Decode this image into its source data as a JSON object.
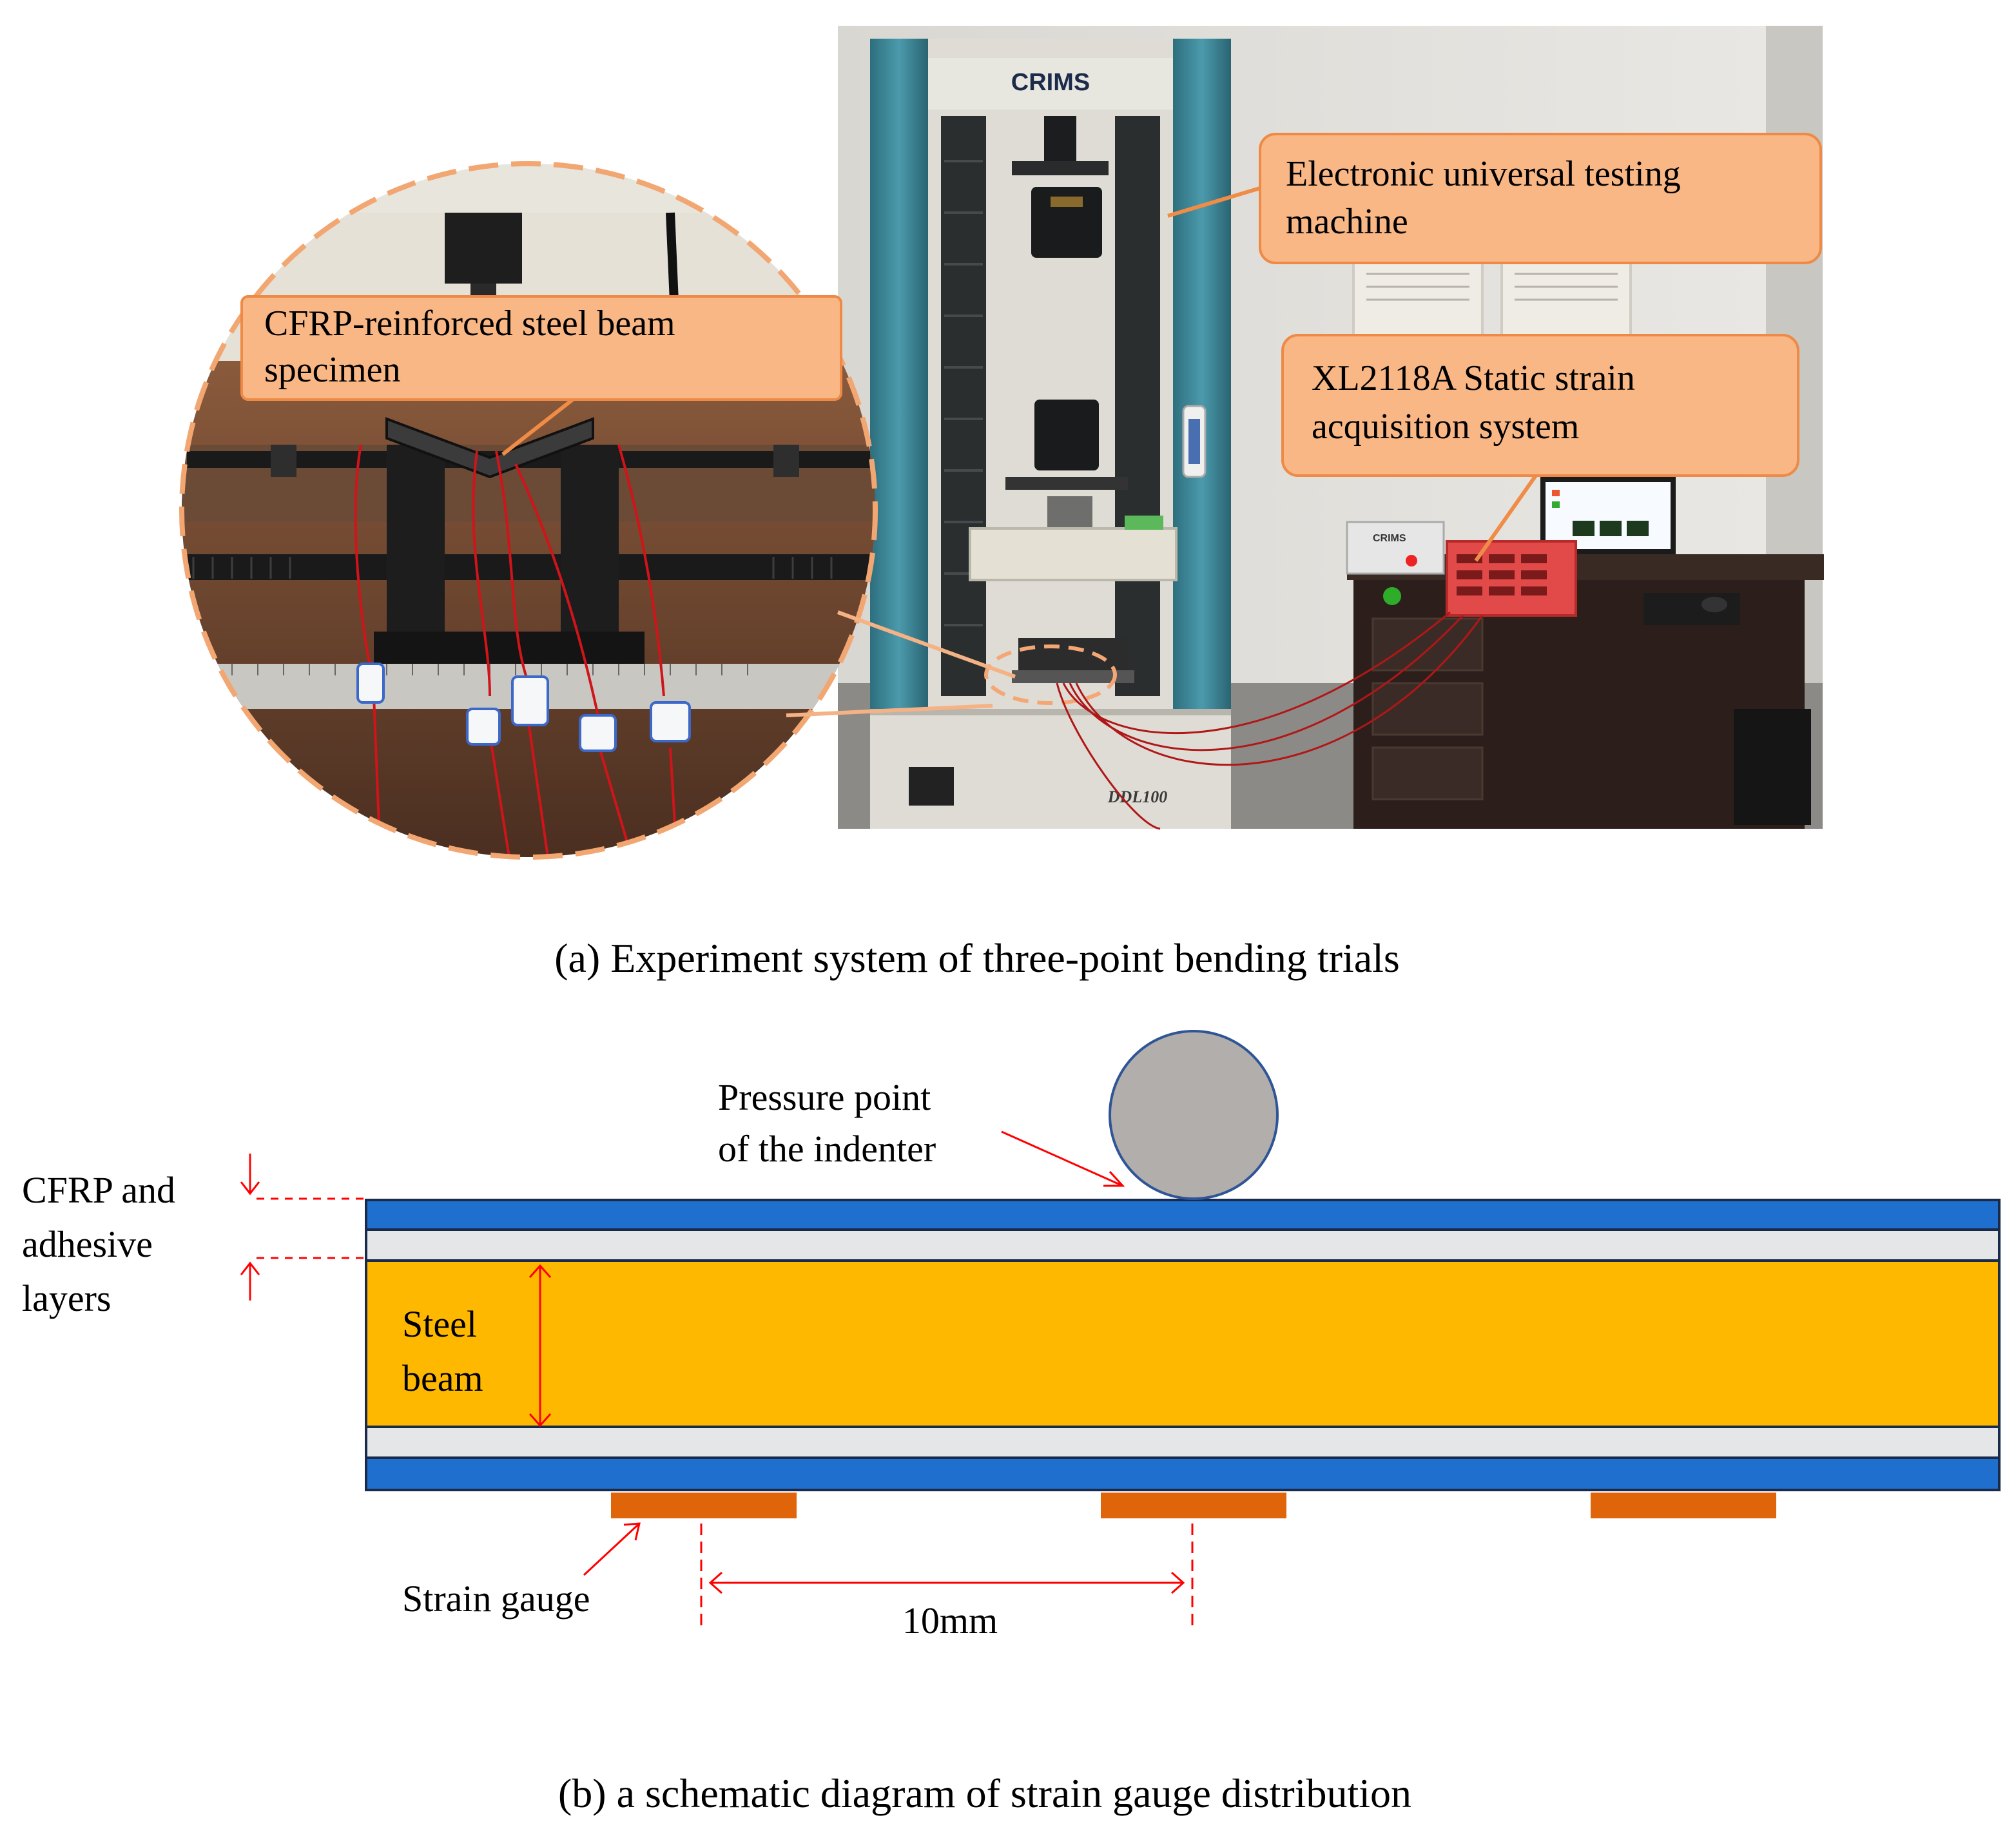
{
  "panel_a": {
    "caption": "(a) Experiment system of three-point bending trials",
    "callouts": {
      "machine": [
        "Electronic universal testing",
        "machine"
      ],
      "strain_system": [
        "XL2118A Static strain",
        "acquisition system"
      ],
      "specimen": [
        "CFRP-reinforced steel beam",
        "specimen"
      ]
    },
    "photo_labels": {
      "brand": "CRIMS",
      "model": "DDL100",
      "controller_brand": "CRIMS"
    }
  },
  "panel_b": {
    "caption": "(b) a schematic diagram of strain gauge distribution",
    "labels": {
      "indenter": [
        "Pressure point",
        "of the indenter"
      ],
      "layers": [
        "CFRP and",
        "adhesive",
        "layers"
      ],
      "steel_beam": [
        "Steel",
        "beam"
      ],
      "strain_gauge": "Strain gauge",
      "spacing": "10mm"
    },
    "colors": {
      "cfrp": "#1f6fcf",
      "adhesive": "#e4e6e8",
      "steel": "#ffb800",
      "gauge": "#e0650a",
      "indenter_fill": "#b1aeac",
      "indenter_stroke": "#2f5597",
      "annotation": "#ff0000"
    }
  },
  "style": {
    "callout_fill": "#f9b786",
    "callout_stroke": "#ee8a45",
    "callout_line": "#f08c46"
  }
}
